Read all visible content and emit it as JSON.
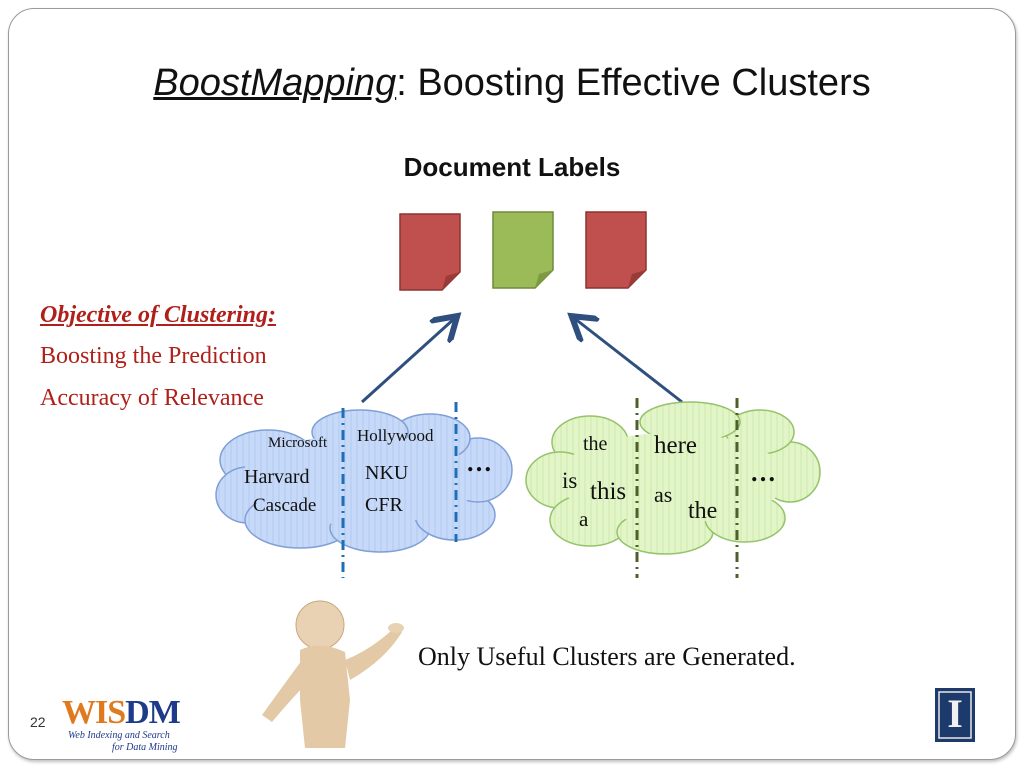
{
  "slide": {
    "title_emphasis": "BoostMapping",
    "title_rest": ": Boosting Effective Clusters",
    "document_labels_heading": "Document Labels",
    "objective": {
      "heading": "Objective of Clustering:",
      "line1": "Boosting the Prediction",
      "line2": "Accuracy of Relevance"
    },
    "cluster_left_words": {
      "microsoft": "Microsoft",
      "hollywood": "Hollywood",
      "harvard": "Harvard",
      "nku": "NKU",
      "cascade": "Cascade",
      "cfr": "CFR"
    },
    "cluster_right_words": {
      "the1": "the",
      "here": "here",
      "is": "is",
      "this": "this",
      "as": "as",
      "a": "a",
      "the2": "the"
    },
    "ellipsis": "…",
    "bottom_text": "Only Useful Clusters are Generated.",
    "slide_number": "22",
    "logo": {
      "wis": "WIS",
      "dm": "DM",
      "sub1": "Web Indexing and Search",
      "sub2": "for Data Mining"
    },
    "university_logo_letter": "I",
    "colors": {
      "label_red": "#c0504d",
      "label_green": "#9bbb59",
      "cloud_blue": "#c6d9f8",
      "cloud_green": "#e2f5c8",
      "arrow": "#2f4f7f",
      "objective_red": "#b0201a"
    }
  }
}
